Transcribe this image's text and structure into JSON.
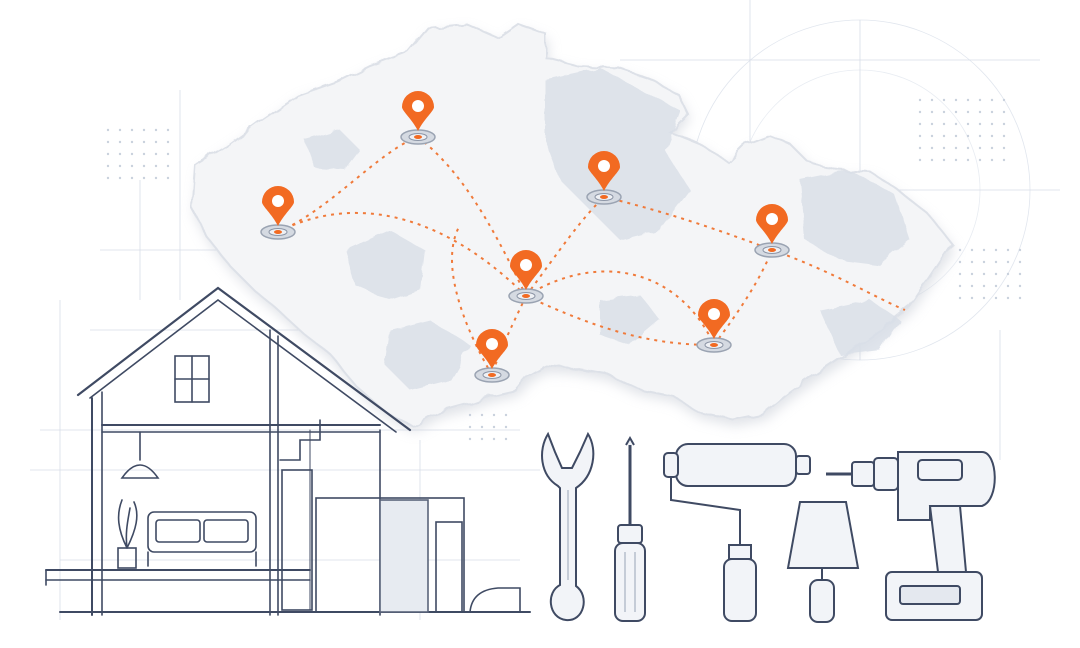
{
  "colors": {
    "background": "#ffffff",
    "pin": "#f26a22",
    "route": "#f07a3a",
    "sketch": "#3f4a63",
    "sketch_light": "#b9c3d3",
    "map_fill": "#f3f4f6",
    "map_shade": "#d9dfe8"
  },
  "map": {
    "pins": [
      {
        "name": "pin-1",
        "icon": "map-pin-icon"
      },
      {
        "name": "pin-2",
        "icon": "map-pin-icon"
      },
      {
        "name": "pin-3",
        "icon": "map-pin-icon"
      },
      {
        "name": "pin-4",
        "icon": "map-pin-icon"
      },
      {
        "name": "pin-5",
        "icon": "map-pin-icon"
      },
      {
        "name": "pin-6",
        "icon": "map-pin-icon"
      },
      {
        "name": "pin-7",
        "icon": "map-pin-icon"
      },
      {
        "name": "pin-8",
        "icon": "map-pin-icon"
      }
    ]
  },
  "tools": [
    {
      "icon": "wrench-icon"
    },
    {
      "icon": "screwdriver-icon"
    },
    {
      "icon": "paint-roller-icon"
    },
    {
      "icon": "trowel-icon"
    },
    {
      "icon": "cordless-drill-icon"
    }
  ],
  "house": {
    "icon": "house-blueprint-icon"
  }
}
